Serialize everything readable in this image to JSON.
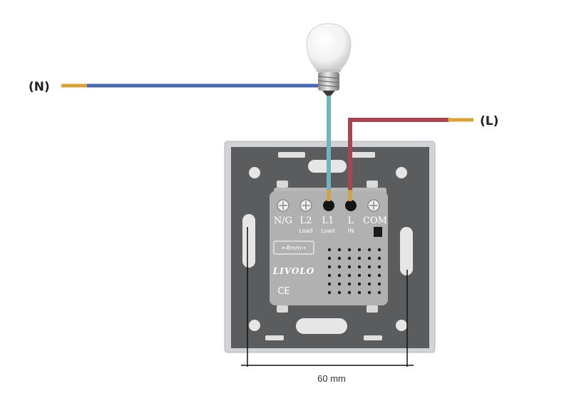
{
  "labels": {
    "neutral": "(N)",
    "live": "(L)",
    "dimension": "60 mm"
  },
  "module": {
    "terminals": [
      "N/G",
      "L2",
      "L1",
      "L",
      "COM"
    ],
    "sublabels": [
      "",
      "Load",
      "Load",
      "IN",
      ""
    ],
    "strip_gauge": "←8mm→",
    "brand": "LIVOLO",
    "mark": "CE"
  },
  "colors": {
    "neutral_wire": "#4a68ad",
    "load_wire": "#74b3be",
    "live_wire": "#a54752",
    "copper": "#d3a23a",
    "plate": "#5b5c5e",
    "plate_frame": "#d2d3d6",
    "module": "#b1b1b1",
    "hole": "#e6e6e6"
  },
  "icons": [
    "light-bulb-icon",
    "screw-icon"
  ]
}
